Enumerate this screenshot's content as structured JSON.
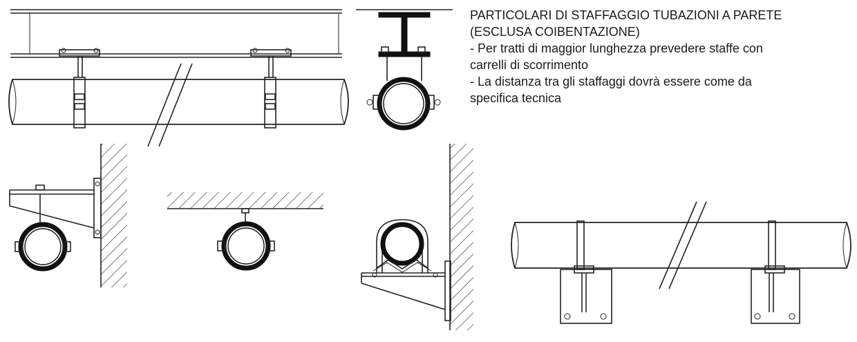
{
  "notes": {
    "title": "PARTICOLARI DI STAFFAGGIO TUBAZIONI A PARETE",
    "subtitle": "(ESCLUSA COIBENTAZIONE)",
    "line1a": "- Per tratti di maggior lunghezza prevedere staffe con",
    "line1b": "carrelli di scorrimento",
    "line2a": "- La distanza tra gli staffaggi dovrà essere come da",
    "line2b": "specifica tecnica"
  }
}
